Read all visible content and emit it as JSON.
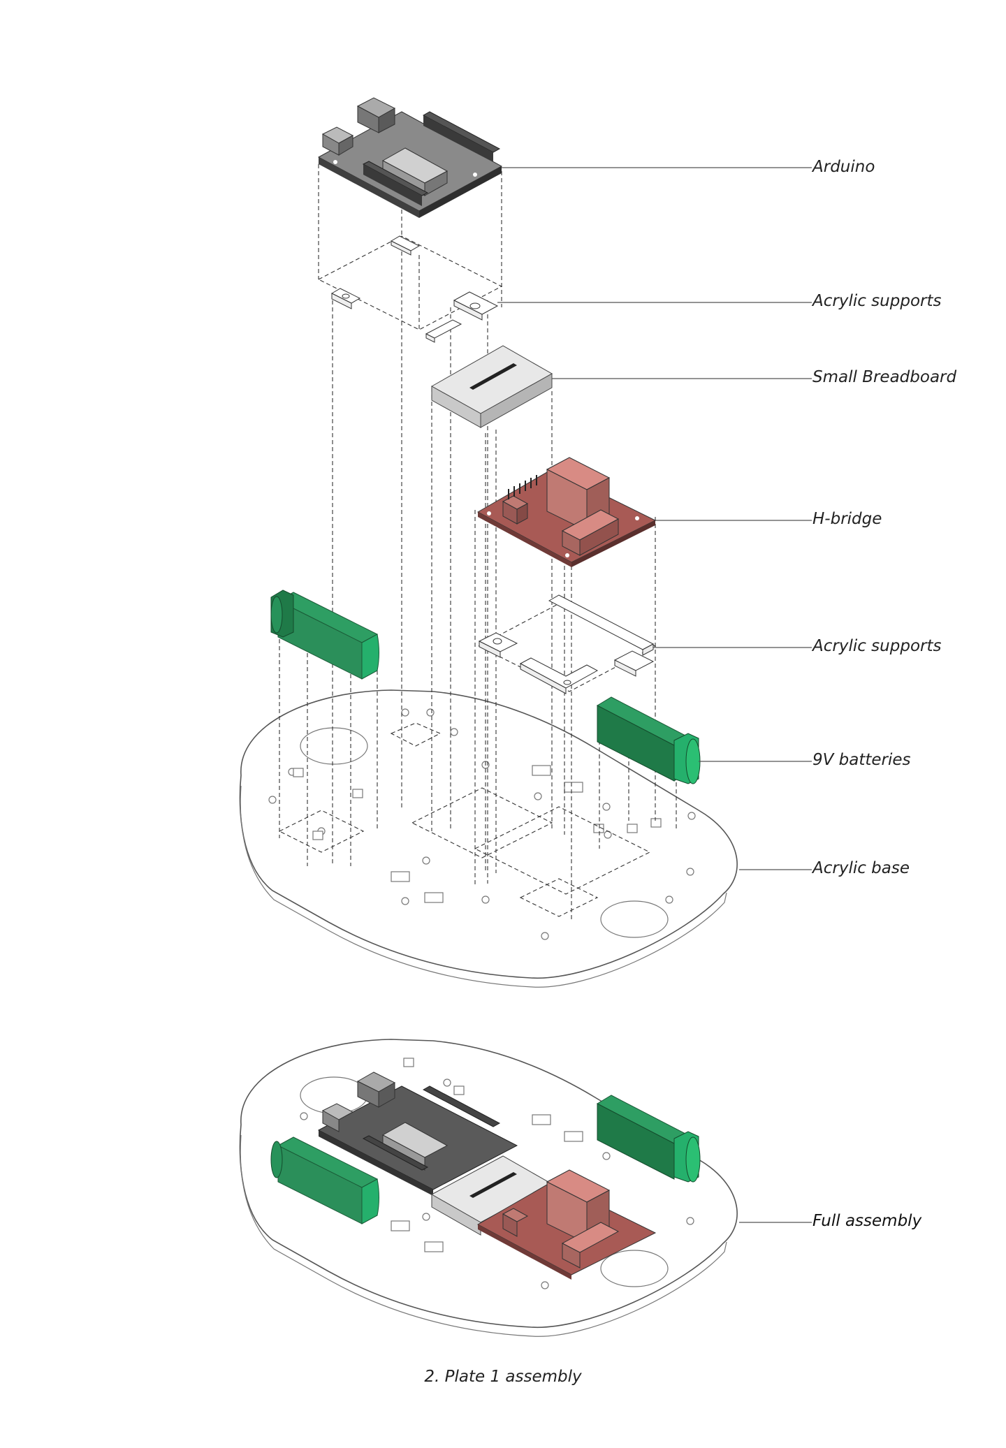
{
  "labels": {
    "arduino": "Arduino",
    "acrylic_supports_top": "Acrylic supports",
    "small_breadboard": "Small Breadboard",
    "h_bridge": "H-bridge",
    "acrylic_supports_bottom": "Acrylic supports",
    "batteries": "9V batteries",
    "acrylic_base": "Acrylic base",
    "full_assembly": "Full assembly"
  },
  "caption": "2. Plate 1 assembly",
  "colors": {
    "arduino_dark": "#4a4a4a",
    "arduino_mid": "#8a8a8a",
    "arduino_light": "#c8c8c8",
    "breadboard": "#dcdcdc",
    "hbridge": "#a85a55",
    "hbridge_light": "#d88b84",
    "battery": "#2e9e63",
    "battery_dark": "#1f7a48",
    "acrylic": "#ffffff"
  }
}
